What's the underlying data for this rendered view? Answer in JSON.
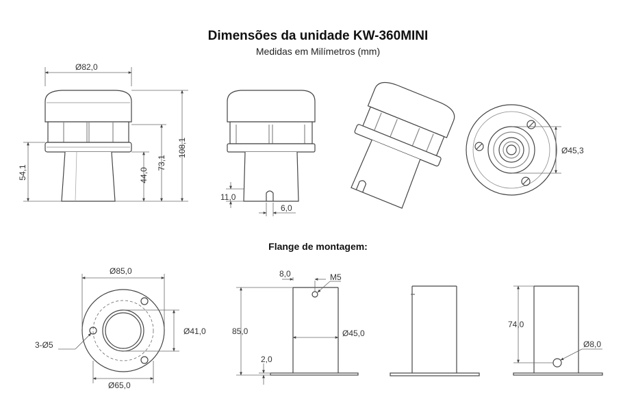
{
  "header": {
    "title": "Dimensões da unidade KW-360MINI",
    "subtitle": "Medidas em Milímetros (mm)"
  },
  "flange_section": {
    "title": "Flange de montagem:"
  },
  "unit_dims": {
    "diameter": "Ø82,0",
    "height_total": "108,1",
    "height_body": "73,1",
    "height_left": "54,1",
    "height_base": "44,0",
    "slot_height": "11,0",
    "slot_width": "6,0",
    "top_diameter": "Ø45,3"
  },
  "flange_dims": {
    "outer_diameter": "Ø85,0",
    "holes": "3-Ø5",
    "inner_diameter": "Ø41,0",
    "base_diameter": "Ø65,0",
    "screw_offset": "8,0",
    "screw": "M5",
    "height": "85,0",
    "tube_diameter": "Ø45,0",
    "plate_thickness": "2,0",
    "side_height": "74,0",
    "side_hole": "Ø8,0"
  }
}
